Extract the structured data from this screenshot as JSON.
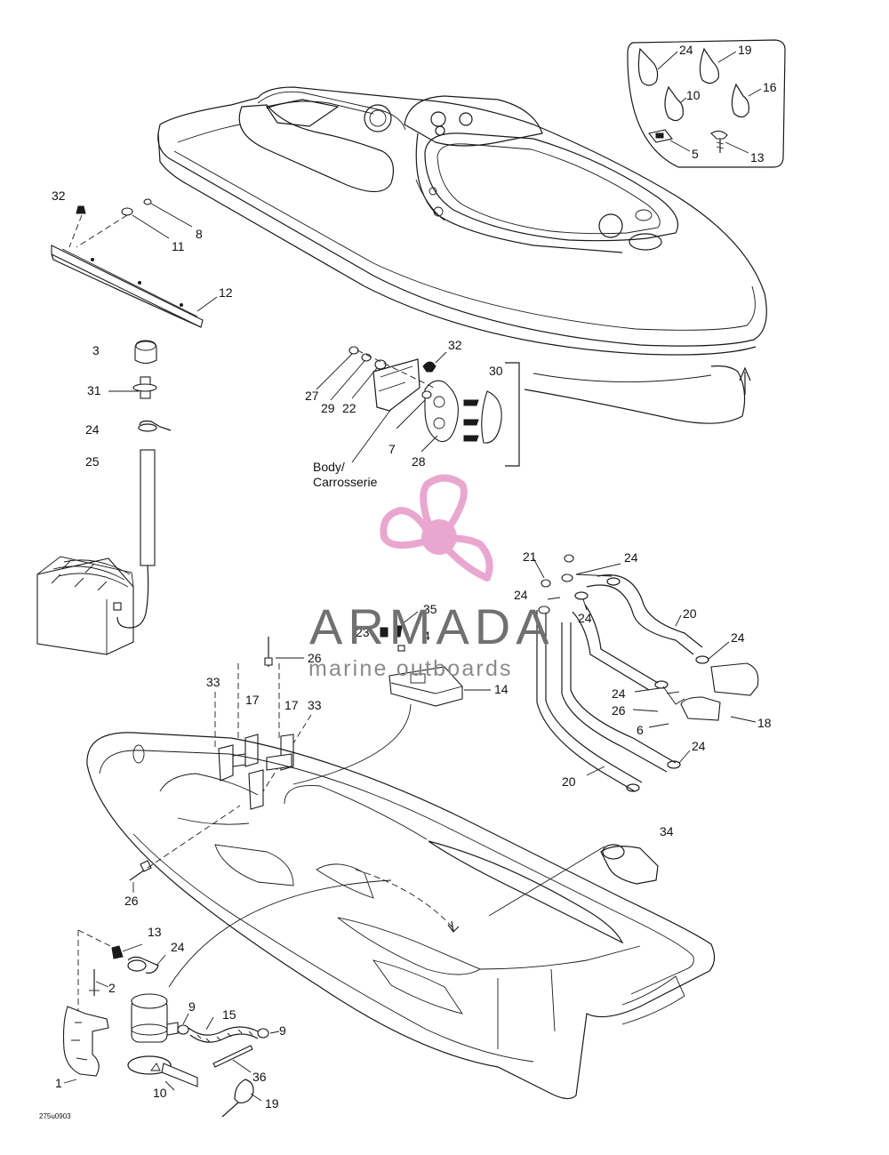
{
  "diagram": {
    "callouts": {
      "kit_24": "24",
      "kit_19": "19",
      "kit_10": "10",
      "kit_16": "16",
      "kit_5": "5",
      "kit_13": "13",
      "rail_32": "32",
      "rail_8": "8",
      "rail_11": "11",
      "rail_12": "12",
      "bat_3": "3",
      "bat_31": "31",
      "bat_24": "24",
      "bat_25": "25",
      "mir_32": "32",
      "mir_30": "30",
      "mir_27": "27",
      "mir_29": "29",
      "mir_22": "22",
      "mir_7": "7",
      "mir_28": "28",
      "body_label_line1": "Body/",
      "body_label_line2": "Carrosserie",
      "hose_21": "21",
      "hose_24a": "24",
      "hose_24b": "24",
      "hose_24c": "24",
      "hose_20a": "20",
      "hose_24d": "24",
      "hose_24e": "24",
      "hose_26": "26",
      "hose_6": "6",
      "hose_18": "18",
      "hose_24f": "24",
      "hose_20b": "20",
      "mid_35": "35",
      "mid_23": "23",
      "mid_4": "4",
      "mid_26": "26",
      "mid_14": "14",
      "brk_33a": "33",
      "brk_17a": "17",
      "brk_17b": "17",
      "brk_33b": "33",
      "hull_26": "26",
      "hull_34": "34",
      "pump_13": "13",
      "pump_24": "24",
      "pump_2": "2",
      "pump_9a": "9",
      "pump_15": "15",
      "pump_9b": "9",
      "pump_36": "36",
      "pump_1": "1",
      "pump_10": "10",
      "pump_19": "19"
    },
    "figure_code": "275u0903"
  },
  "watermark": {
    "brand": "ARMADA",
    "tagline": "marine outboards",
    "logo_color": "#e9a7cf",
    "text_color": "#707070"
  }
}
